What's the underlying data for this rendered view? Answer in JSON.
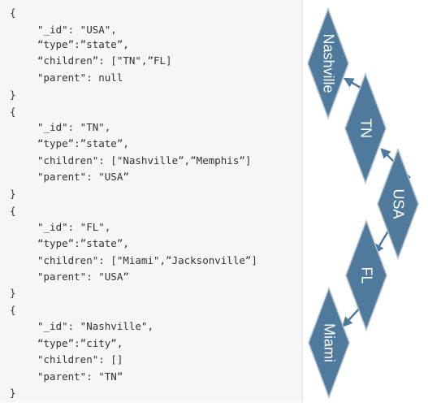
{
  "code": {
    "lines": [
      "{",
      "\"_id\": \"USA\",",
      "“type”:”state”,",
      "“children”: [\"TN\",”FL]",
      "\"parent\": null",
      "}",
      "{",
      "\"_id\": \"TN\",",
      "“type”:”state”,",
      "\"children\": [\"Nashville”,”Memphis”]",
      "\"parent\": \"USA”",
      "}",
      "{",
      "\"_id\": \"FL\",",
      "“type”:”state”,",
      "\"children\": [\"Miami\",”Jacksonville”]",
      "\"parent\": \"USA”",
      "}",
      "{",
      "\"_id\": \"Nashville\",",
      "“type”:”city”,",
      "\"children\": []",
      "\"parent\": \"TN”",
      "}"
    ]
  },
  "diagram": {
    "nodes": [
      {
        "id": "nashville",
        "label": "Nashville"
      },
      {
        "id": "tn",
        "label": "TN"
      },
      {
        "id": "usa",
        "label": "USA"
      },
      {
        "id": "fl",
        "label": "FL"
      },
      {
        "id": "miami",
        "label": "Miami"
      }
    ],
    "edges": [
      {
        "from": "tn",
        "to": "nashville"
      },
      {
        "from": "usa",
        "to": "tn"
      },
      {
        "from": "usa",
        "to": "fl"
      },
      {
        "from": "fl",
        "to": "miami"
      }
    ],
    "colors": {
      "node_fill": "#4f7a9c",
      "node_stroke": "#aebdca",
      "arrow": "#4f7a9c",
      "code_bg": "#f6f6f6",
      "code_text": "#333333"
    }
  }
}
